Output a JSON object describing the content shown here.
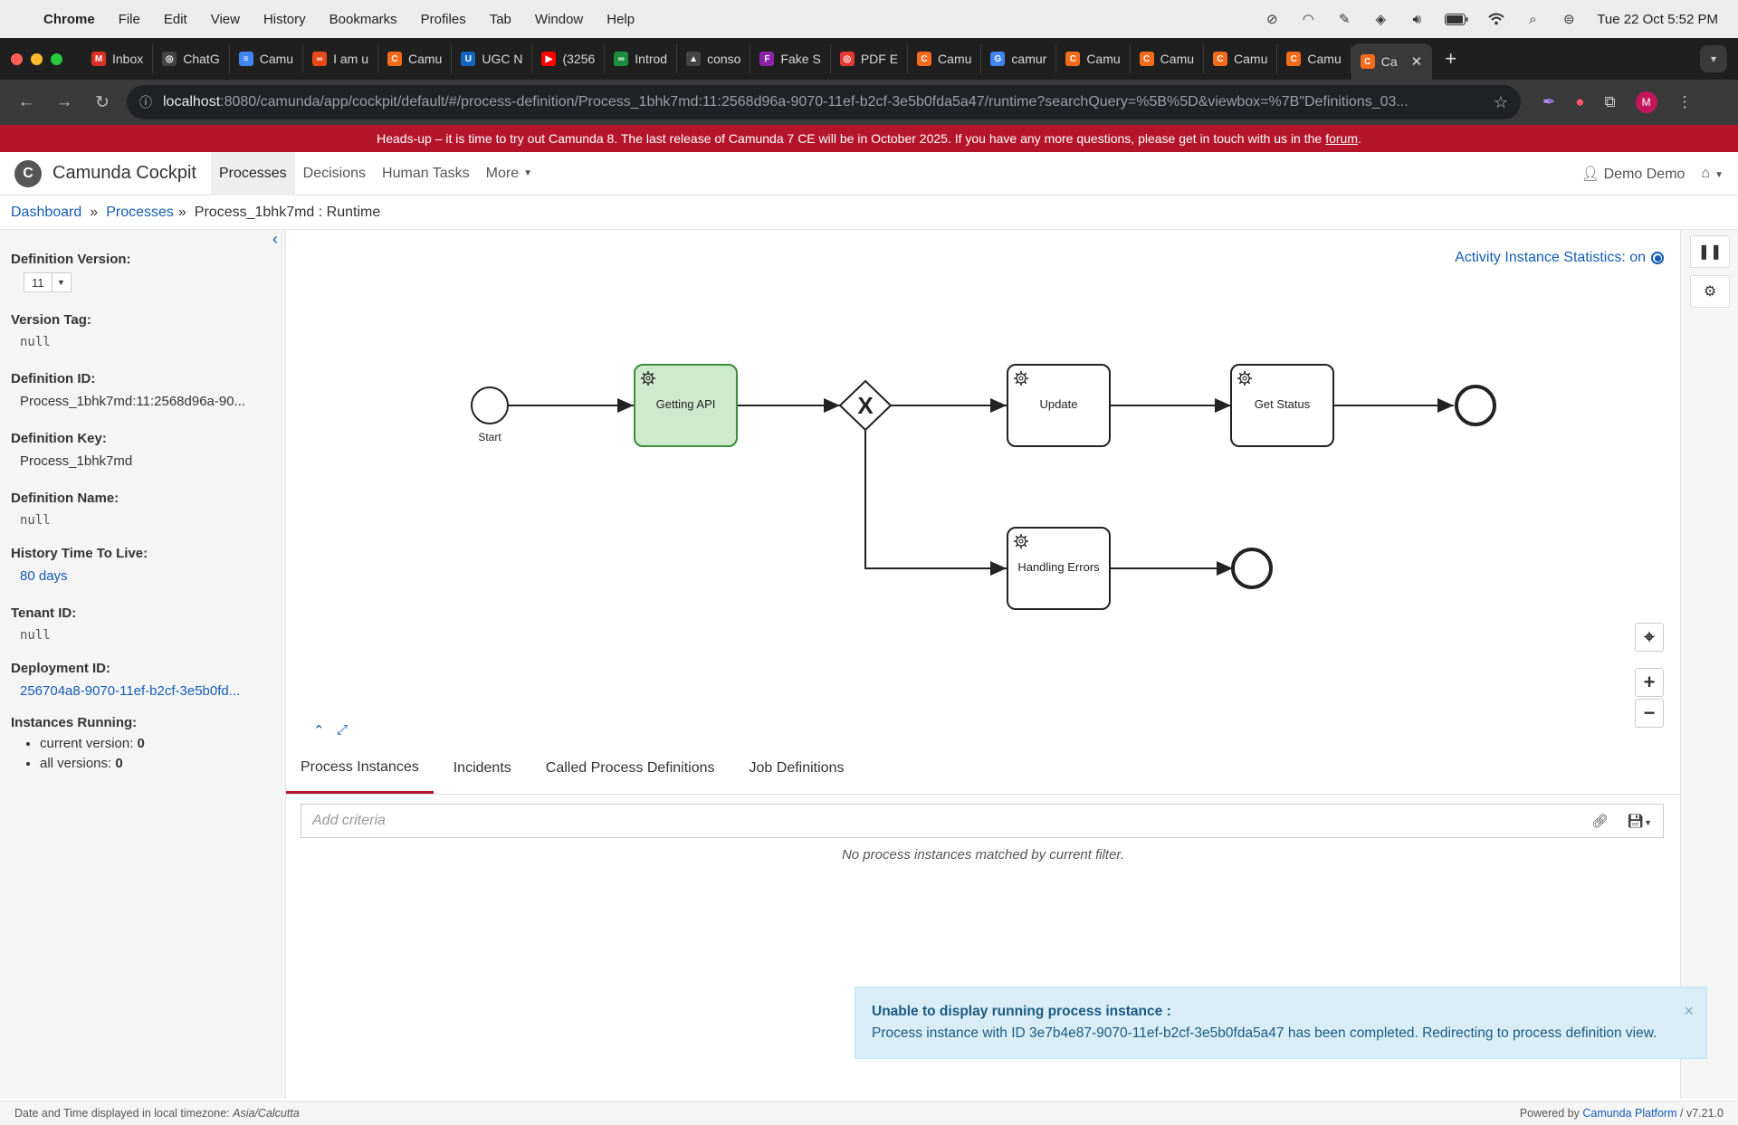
{
  "os_menubar": {
    "app": "Chrome",
    "items": [
      "File",
      "Edit",
      "View",
      "History",
      "Bookmarks",
      "Profiles",
      "Tab",
      "Window",
      "Help"
    ],
    "clock": "Tue 22 Oct  5:52 PM"
  },
  "browser": {
    "tabs": [
      {
        "label": "Inbox",
        "color": "#d93025",
        "glyph": "M"
      },
      {
        "label": "ChatG",
        "color": "#444444",
        "glyph": "◎"
      },
      {
        "label": "Camu",
        "color": "#4285f4",
        "glyph": "≡"
      },
      {
        "label": "I am u",
        "color": "#e64a19",
        "glyph": "∞"
      },
      {
        "label": "Camu",
        "color": "#f56c1c",
        "glyph": "C"
      },
      {
        "label": "UGC N",
        "color": "#1565c0",
        "glyph": "U"
      },
      {
        "label": "(3256",
        "color": "#ff0000",
        "glyph": "▶"
      },
      {
        "label": "Introd",
        "color": "#1e8e3e",
        "glyph": "∞"
      },
      {
        "label": "conso",
        "color": "#444444",
        "glyph": "▲"
      },
      {
        "label": "Fake S",
        "color": "#8e24aa",
        "glyph": "F"
      },
      {
        "label": "PDF E",
        "color": "#e53935",
        "glyph": "◎"
      },
      {
        "label": "Camu",
        "color": "#f56c1c",
        "glyph": "C"
      },
      {
        "label": "camur",
        "color": "#4285f4",
        "glyph": "G"
      },
      {
        "label": "Camu",
        "color": "#f56c1c",
        "glyph": "C"
      },
      {
        "label": "Camu",
        "color": "#f56c1c",
        "glyph": "C"
      },
      {
        "label": "Camu",
        "color": "#f56c1c",
        "glyph": "C"
      },
      {
        "label": "Camu",
        "color": "#f56c1c",
        "glyph": "C"
      }
    ],
    "active_tab": {
      "label": "Ca",
      "color": "#f56c1c",
      "glyph": "C"
    },
    "url_host": "localhost",
    "url_rest": ":8080/camunda/app/cockpit/default/#/process-definition/Process_1bhk7md:11:2568d96a-9070-11ef-b2cf-3e5b0fda5a47/runtime?searchQuery=%5B%5D&viewbox=%7B\"Definitions_03..."
  },
  "banner": {
    "text": "Heads-up – it is time to try out Camunda 8. The last release of Camunda 7 CE will be in October 2025. If you have any more questions, please get in touch with us in the",
    "link": "forum",
    "tail": "."
  },
  "header": {
    "brand": "Camunda Cockpit",
    "nav": [
      "Processes",
      "Decisions",
      "Human Tasks",
      "More"
    ],
    "user": "Demo Demo"
  },
  "breadcrumb": {
    "dashboard": "Dashboard",
    "processes": "Processes",
    "current": "Process_1bhk7md : Runtime"
  },
  "sidebar": {
    "definition_version_label": "Definition Version:",
    "definition_version": "11",
    "version_tag_label": "Version Tag:",
    "version_tag": "null",
    "definition_id_label": "Definition ID:",
    "definition_id": "Process_1bhk7md:11:2568d96a-90...",
    "definition_key_label": "Definition Key:",
    "definition_key": "Process_1bhk7md",
    "definition_name_label": "Definition Name:",
    "definition_name": "null",
    "history_ttl_label": "History Time To Live:",
    "history_ttl": "80 days",
    "tenant_id_label": "Tenant ID:",
    "tenant_id": "null",
    "deployment_id_label": "Deployment ID:",
    "deployment_id": "256704a8-9070-11ef-b2cf-3e5b0fd...",
    "instances_running_label": "Instances Running:",
    "current_version_label": "current version:",
    "current_version_count": "0",
    "all_versions_label": "all versions:",
    "all_versions_count": "0"
  },
  "diagram": {
    "stats_toggle": "Activity Instance Statistics: on",
    "start_label": "Start",
    "task_getting_api": "Getting API",
    "gateway_mark": "X",
    "task_update": "Update",
    "task_get_status": "Get Status",
    "task_handling_errors": "Handling Errors",
    "highlight_color": "#cdeacb"
  },
  "bottom_tabs": [
    "Process Instances",
    "Incidents",
    "Called Process Definitions",
    "Job Definitions"
  ],
  "filter": {
    "placeholder": "Add criteria",
    "empty_text": "No process instances matched by current filter."
  },
  "alert": {
    "title": "Unable to display running process instance :",
    "body": "Process instance with ID 3e7b4e87-9070-11ef-b2cf-3e5b0fda5a47 has been completed. Redirecting to process definition view."
  },
  "footer": {
    "left_prefix": "Date and Time displayed in local timezone:",
    "timezone": "Asia/Calcutta",
    "powered_prefix": "Powered by",
    "platform": "Camunda Platform",
    "version": " / v7.21.0"
  }
}
